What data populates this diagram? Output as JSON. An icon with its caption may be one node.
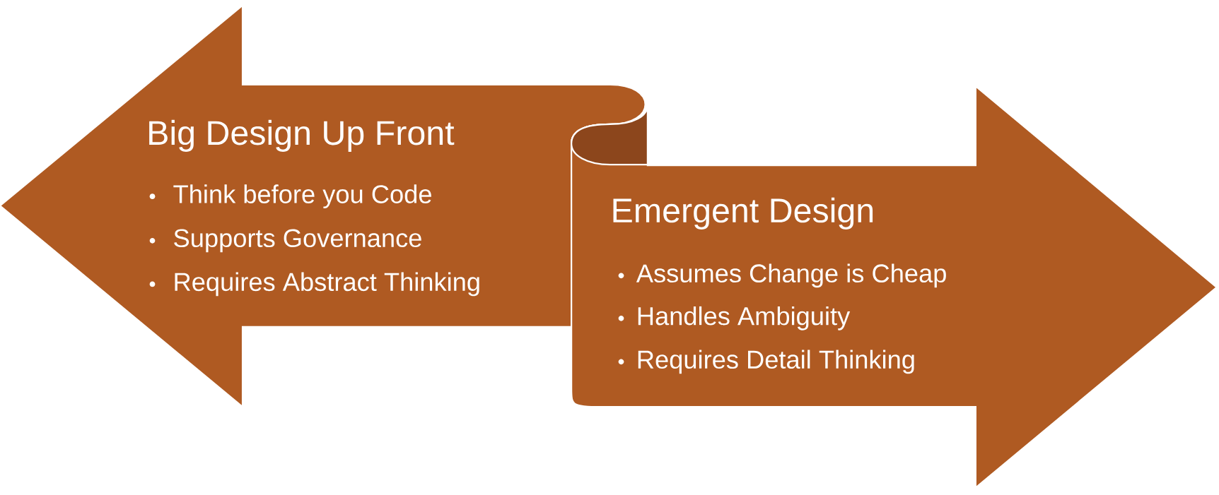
{
  "diagram": {
    "nodes": [
      {
        "text": [
          "Big Design Up Front",
          "Think before you Code",
          "Supports Governance",
          "Requires Abstract Thinking"
        ]
      },
      {
        "text": [
          "Emergent Design",
          "Assumes Change is Cheap",
          "Handles Ambiguity",
          "Requires Detail Thinking"
        ]
      }
    ]
  }
}
